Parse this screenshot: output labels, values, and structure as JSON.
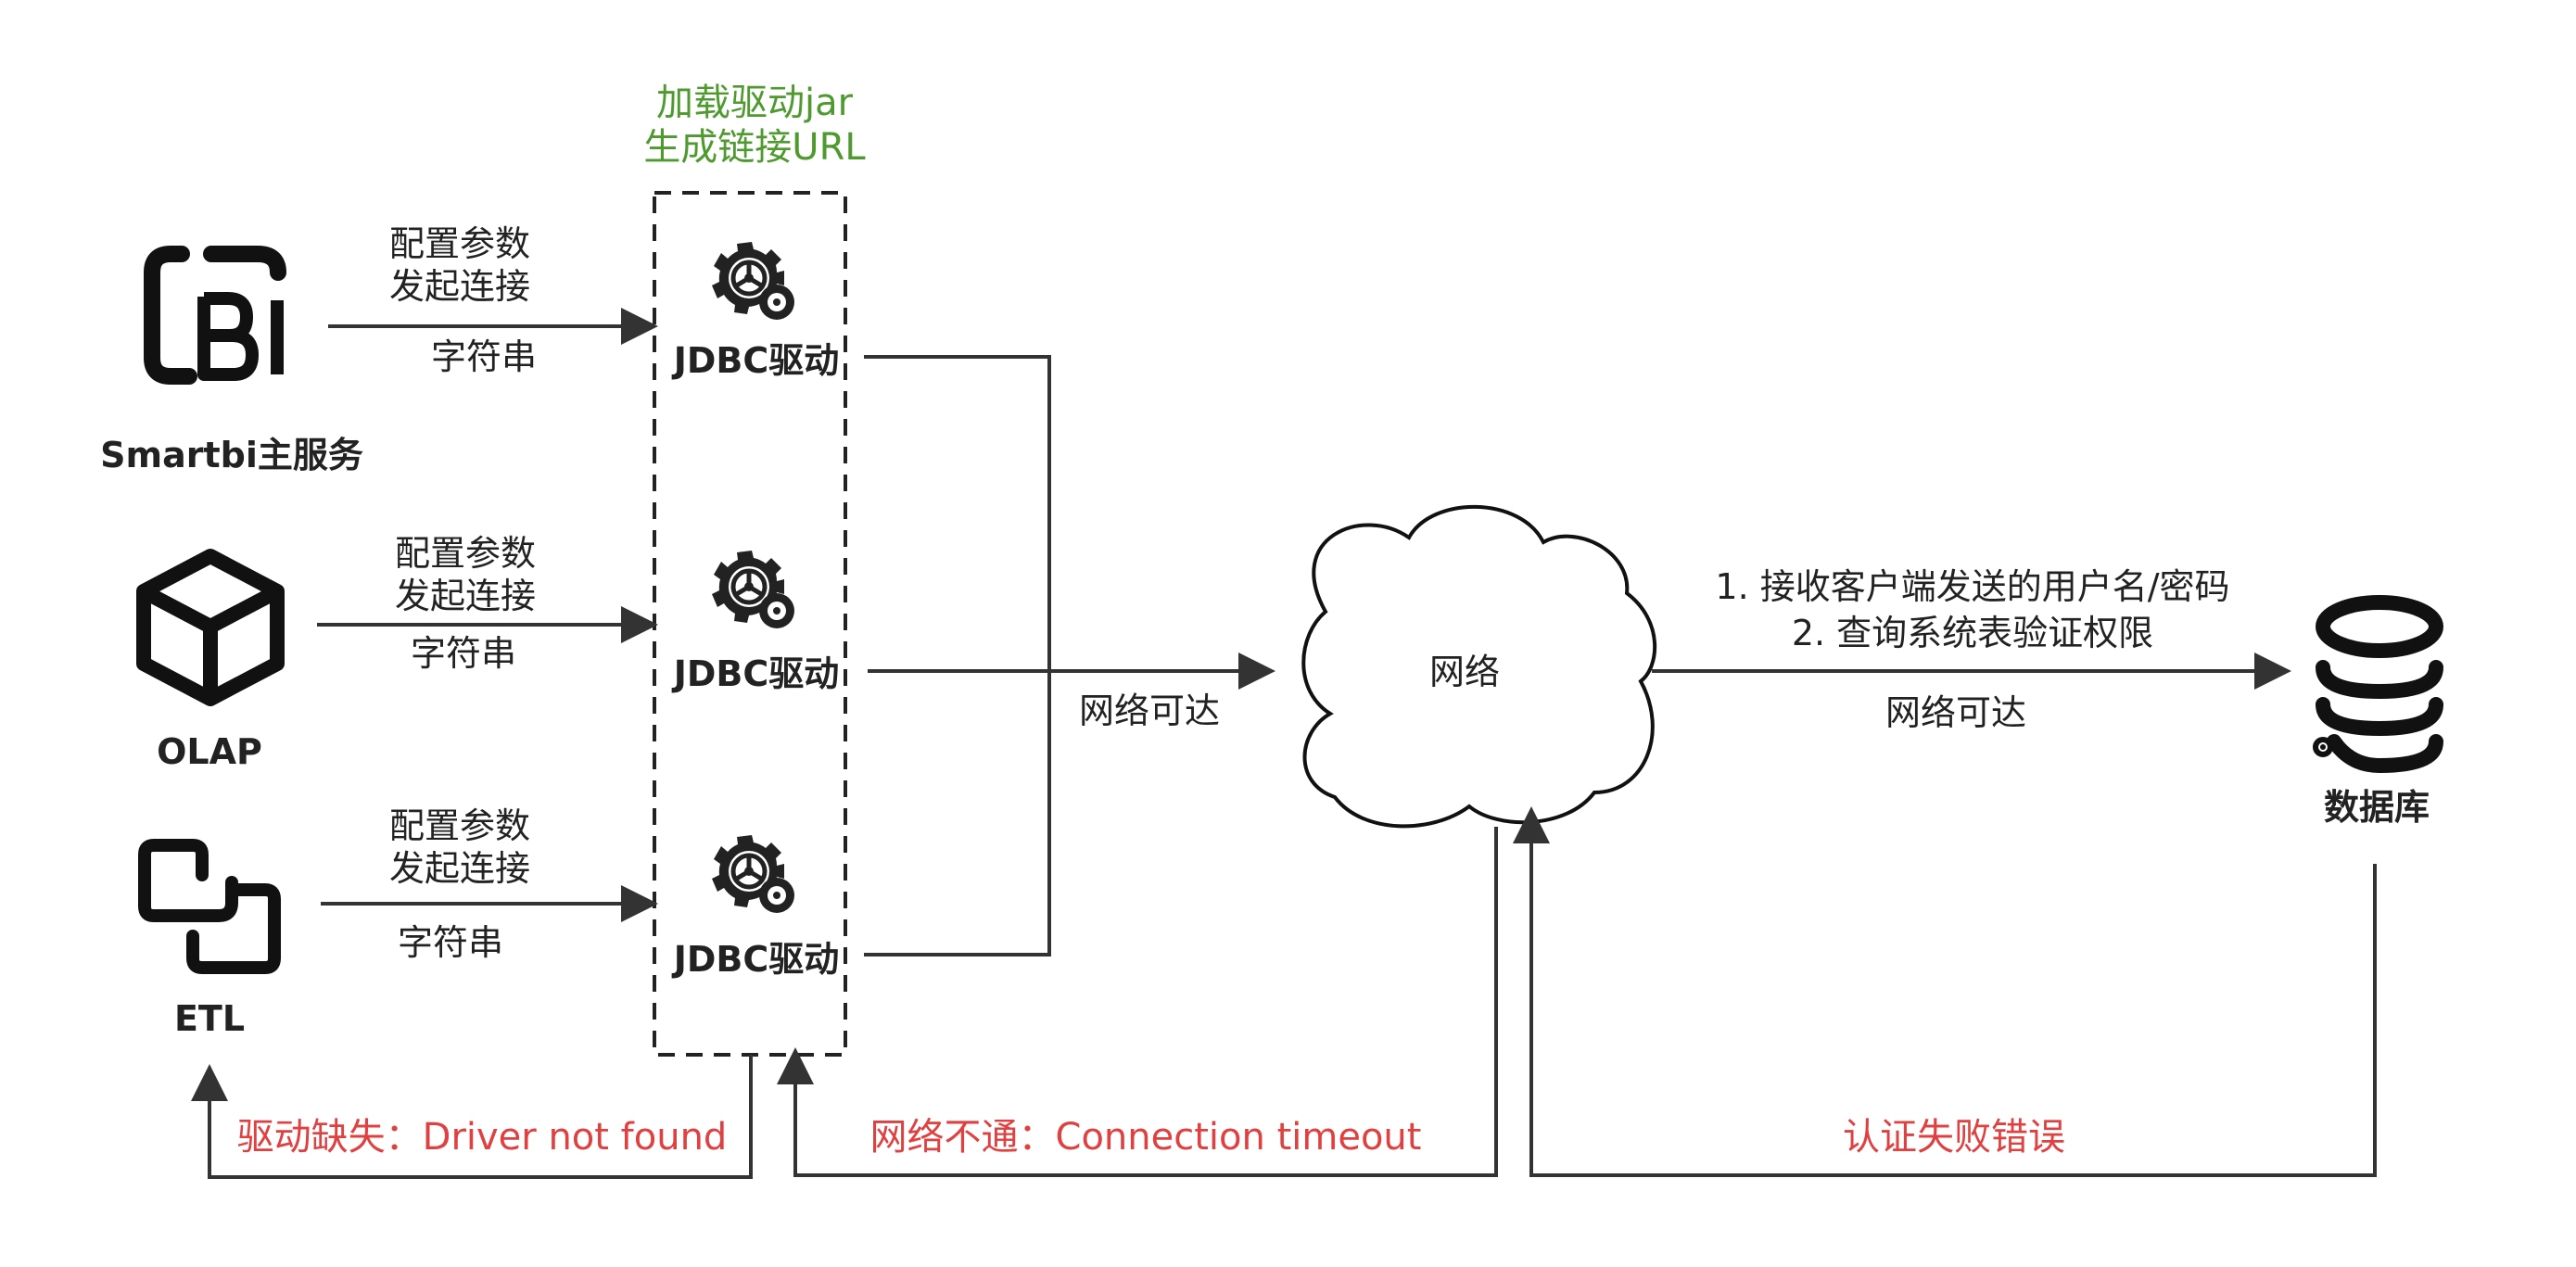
{
  "driver_box": {
    "title_line1": "加载驱动jar",
    "title_line2": "生成链接URL",
    "driver_label": "JDBC驱动"
  },
  "sources": [
    {
      "name": "Smartbi主服务",
      "arrow_top1": "配置参数",
      "arrow_top2": "发起连接",
      "arrow_bottom": "字符串",
      "icon": "bi-logo-icon"
    },
    {
      "name": "OLAP",
      "arrow_top1": "配置参数",
      "arrow_top2": "发起连接",
      "arrow_bottom": "字符串",
      "icon": "cube-icon"
    },
    {
      "name": "ETL",
      "arrow_top1": "配置参数",
      "arrow_top2": "发起连接",
      "arrow_bottom": "字符串",
      "icon": "linked-squares-icon"
    }
  ],
  "network": {
    "label": "网络",
    "reach_label_left": "网络可达",
    "reach_label_right": "网络可达",
    "auth_line1": "1. 接收客户端发送的用户名/密码",
    "auth_line2": "2. 查询系统表验证权限"
  },
  "database": {
    "label": "数据库",
    "icon": "database-icon"
  },
  "errors": {
    "driver_missing": "驱动缺失：Driver not found",
    "network_down": "网络不通：Connection timeout",
    "auth_failed": "认证失败错误"
  },
  "colors": {
    "line": "#333333",
    "green": "#4e9a2f",
    "red": "#e0403f"
  }
}
